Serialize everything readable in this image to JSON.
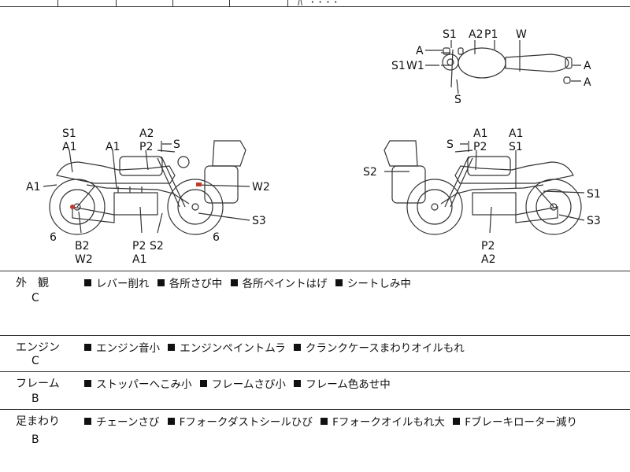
{
  "top_edge_text": "ﾊﾟ ･ ･ ･ ･",
  "diagram": {
    "top_view_labels": [
      "S1",
      "A2",
      "P1",
      "W",
      "A",
      "S1",
      "W1",
      "A",
      "A",
      "S"
    ],
    "left_view_labels": [
      "S1",
      "A1",
      "A1",
      "A2",
      "P2",
      "S",
      "A1",
      "W2",
      "S3",
      "6",
      "6",
      "B2",
      "W2",
      "P2",
      "S2",
      "A1"
    ],
    "right_view_labels": [
      "A1",
      "A1",
      "S",
      "P2",
      "S1",
      "S2",
      "S1",
      "S3",
      "P2",
      "A2"
    ]
  },
  "sections": [
    {
      "category": "外　観",
      "grade": "C",
      "notes": [
        "レバー削れ",
        "各所さび中",
        "各所ペイントはげ",
        "シートしみ中"
      ]
    },
    {
      "category": "エンジン",
      "grade": "C",
      "notes": [
        "エンジン音小",
        "エンジンペイントムラ",
        "クランクケースまわりオイルもれ"
      ]
    },
    {
      "category": "フレーム",
      "grade": "B",
      "notes": [
        "ストッパーへこみ小",
        "フレームさび小",
        "フレーム色あせ中"
      ]
    },
    {
      "category": "足まわり",
      "grade": "B",
      "notes": [
        "チェーンさび",
        "Fフォークダストシールひび",
        "Fフォークオイルもれ大",
        "Fブレーキローター減り"
      ]
    }
  ],
  "colors": {
    "line": "#333333",
    "text": "#111111",
    "accent_mark": "#c0392b"
  }
}
